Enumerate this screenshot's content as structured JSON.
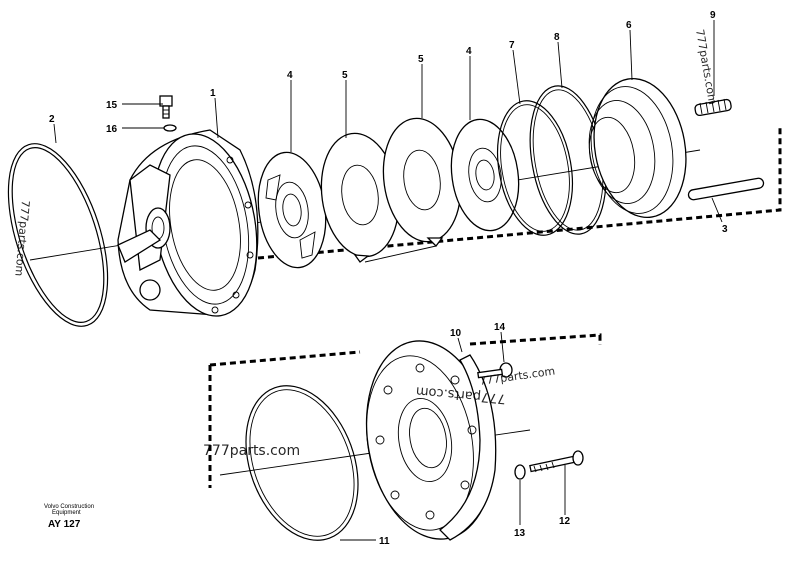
{
  "callouts": [
    "1",
    "2",
    "3",
    "4",
    "4",
    "5",
    "5",
    "6",
    "7",
    "8",
    "9",
    "10",
    "11",
    "12",
    "13",
    "14",
    "15",
    "16"
  ],
  "watermarks": [
    "777parts.com",
    "777parts.com",
    "777parts.com",
    "777parts.com",
    "777parts.com"
  ],
  "caption": {
    "line1": "Volvo Construction",
    "line2": "Equipment",
    "code": "AY 127"
  }
}
